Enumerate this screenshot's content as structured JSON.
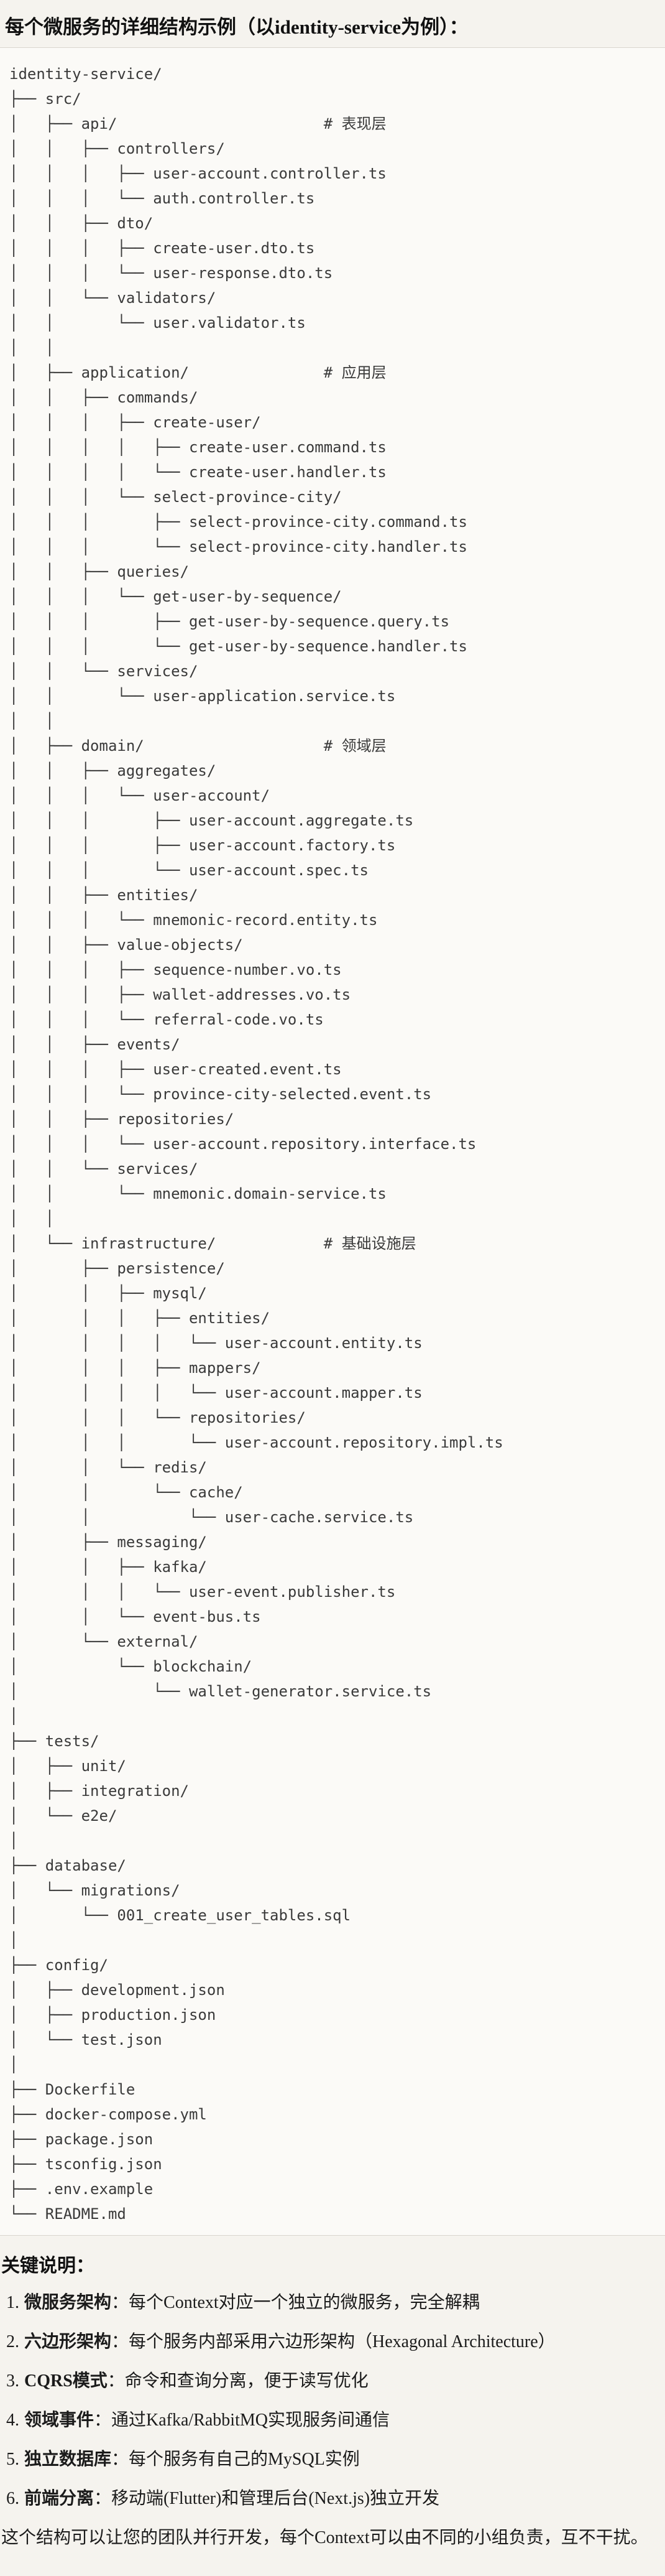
{
  "colors": {
    "page-bg": "#f5f3ee",
    "code-bg": "#fbfaf7",
    "code-border": "#d9d6cf",
    "text": "#1b1b1b",
    "tree-text": "#3a3a3a"
  },
  "header": {
    "title": "每个微服务的详细结构示例（以identity-service为例）："
  },
  "tree": {
    "lines": [
      "identity-service/",
      "├── src/",
      "│   ├── api/                       # 表现层",
      "│   │   ├── controllers/",
      "│   │   │   ├── user-account.controller.ts",
      "│   │   │   └── auth.controller.ts",
      "│   │   ├── dto/",
      "│   │   │   ├── create-user.dto.ts",
      "│   │   │   └── user-response.dto.ts",
      "│   │   └── validators/",
      "│   │       └── user.validator.ts",
      "│   │",
      "│   ├── application/               # 应用层",
      "│   │   ├── commands/",
      "│   │   │   ├── create-user/",
      "│   │   │   │   ├── create-user.command.ts",
      "│   │   │   │   └── create-user.handler.ts",
      "│   │   │   └── select-province-city/",
      "│   │   │       ├── select-province-city.command.ts",
      "│   │   │       └── select-province-city.handler.ts",
      "│   │   ├── queries/",
      "│   │   │   └── get-user-by-sequence/",
      "│   │   │       ├── get-user-by-sequence.query.ts",
      "│   │   │       └── get-user-by-sequence.handler.ts",
      "│   │   └── services/",
      "│   │       └── user-application.service.ts",
      "│   │",
      "│   ├── domain/                    # 领域层",
      "│   │   ├── aggregates/",
      "│   │   │   └── user-account/",
      "│   │   │       ├── user-account.aggregate.ts",
      "│   │   │       ├── user-account.factory.ts",
      "│   │   │       └── user-account.spec.ts",
      "│   │   ├── entities/",
      "│   │   │   └── mnemonic-record.entity.ts",
      "│   │   ├── value-objects/",
      "│   │   │   ├── sequence-number.vo.ts",
      "│   │   │   ├── wallet-addresses.vo.ts",
      "│   │   │   └── referral-code.vo.ts",
      "│   │   ├── events/",
      "│   │   │   ├── user-created.event.ts",
      "│   │   │   └── province-city-selected.event.ts",
      "│   │   ├── repositories/",
      "│   │   │   └── user-account.repository.interface.ts",
      "│   │   └── services/",
      "│   │       └── mnemonic.domain-service.ts",
      "│   │",
      "│   └── infrastructure/            # 基础设施层",
      "│       ├── persistence/",
      "│       │   ├── mysql/",
      "│       │   │   ├── entities/",
      "│       │   │   │   └── user-account.entity.ts",
      "│       │   │   ├── mappers/",
      "│       │   │   │   └── user-account.mapper.ts",
      "│       │   │   └── repositories/",
      "│       │   │       └── user-account.repository.impl.ts",
      "│       │   └── redis/",
      "│       │       └── cache/",
      "│       │           └── user-cache.service.ts",
      "│       ├── messaging/",
      "│       │   ├── kafka/",
      "│       │   │   └── user-event.publisher.ts",
      "│       │   └── event-bus.ts",
      "│       └── external/",
      "│           └── blockchain/",
      "│               └── wallet-generator.service.ts",
      "│",
      "├── tests/",
      "│   ├── unit/",
      "│   ├── integration/",
      "│   └── e2e/",
      "│",
      "├── database/",
      "│   └── migrations/",
      "│       └── 001_create_user_tables.sql",
      "│",
      "├── config/",
      "│   ├── development.json",
      "│   ├── production.json",
      "│   └── test.json",
      "│",
      "├── Dockerfile",
      "├── docker-compose.yml",
      "├── package.json",
      "├── tsconfig.json",
      "├── .env.example",
      "└── README.md"
    ]
  },
  "notes": {
    "heading": "关键说明：",
    "items": [
      {
        "num": "1.",
        "term": "微服务架构",
        "desc": "：每个Context对应一个独立的微服务，完全解耦"
      },
      {
        "num": "2.",
        "term": "六边形架构",
        "desc": "：每个服务内部采用六边形架构（Hexagonal Architecture）"
      },
      {
        "num": "3.",
        "term": "CQRS模式",
        "desc": "：命令和查询分离，便于读写优化"
      },
      {
        "num": "4.",
        "term": "领域事件",
        "desc": "：通过Kafka/RabbitMQ实现服务间通信"
      },
      {
        "num": "5.",
        "term": "独立数据库",
        "desc": "：每个服务有自己的MySQL实例"
      },
      {
        "num": "6.",
        "term": "前端分离",
        "desc": "：移动端(Flutter)和管理后台(Next.js)独立开发"
      }
    ],
    "footer": "这个结构可以让您的团队并行开发，每个Context可以由不同的小组负责，互不干扰。"
  }
}
